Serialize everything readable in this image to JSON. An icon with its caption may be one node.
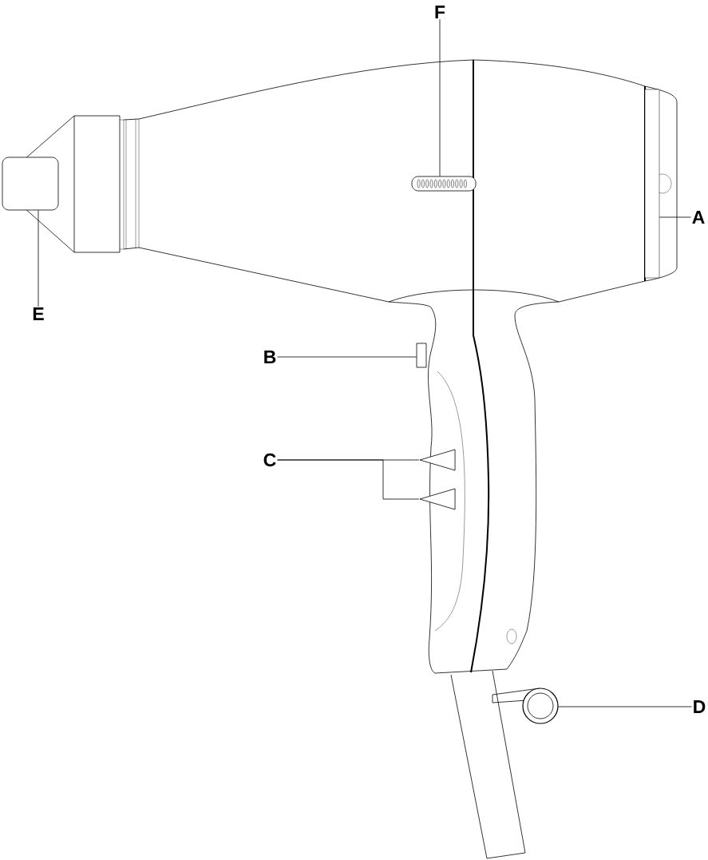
{
  "diagram": {
    "nodes": [
      {
        "text": [
          "F"
        ]
      },
      {
        "text": [],
        "shape": "bar"
      },
      {
        "text": [
          "A"
        ]
      },
      {
        "text": [],
        "shape": "band"
      },
      {
        "text": [
          "E"
        ]
      },
      {
        "text": [],
        "shape": "box"
      },
      {
        "text": [
          "B"
        ]
      },
      {
        "text": [],
        "shape": "box"
      },
      {
        "text": [
          "C"
        ]
      },
      {
        "text": [],
        "shape": "triangle"
      },
      {
        "text": [],
        "shape": "triangle"
      },
      {
        "text": [
          "D"
        ]
      },
      {
        "text": [],
        "shape": "circle"
      }
    ],
    "edges": [
      {
        "from": 0,
        "to": 1,
        "arrow": "none"
      },
      {
        "from": 2,
        "to": 3,
        "arrow": "none"
      },
      {
        "from": 4,
        "to": 5,
        "arrow": "none"
      },
      {
        "from": 6,
        "to": 7,
        "arrow": "none"
      },
      {
        "from": 8,
        "to": 9,
        "arrow": "none"
      },
      {
        "from": 8,
        "to": 10,
        "arrow": "none"
      },
      {
        "from": 11,
        "to": 12,
        "arrow": "none"
      }
    ]
  }
}
